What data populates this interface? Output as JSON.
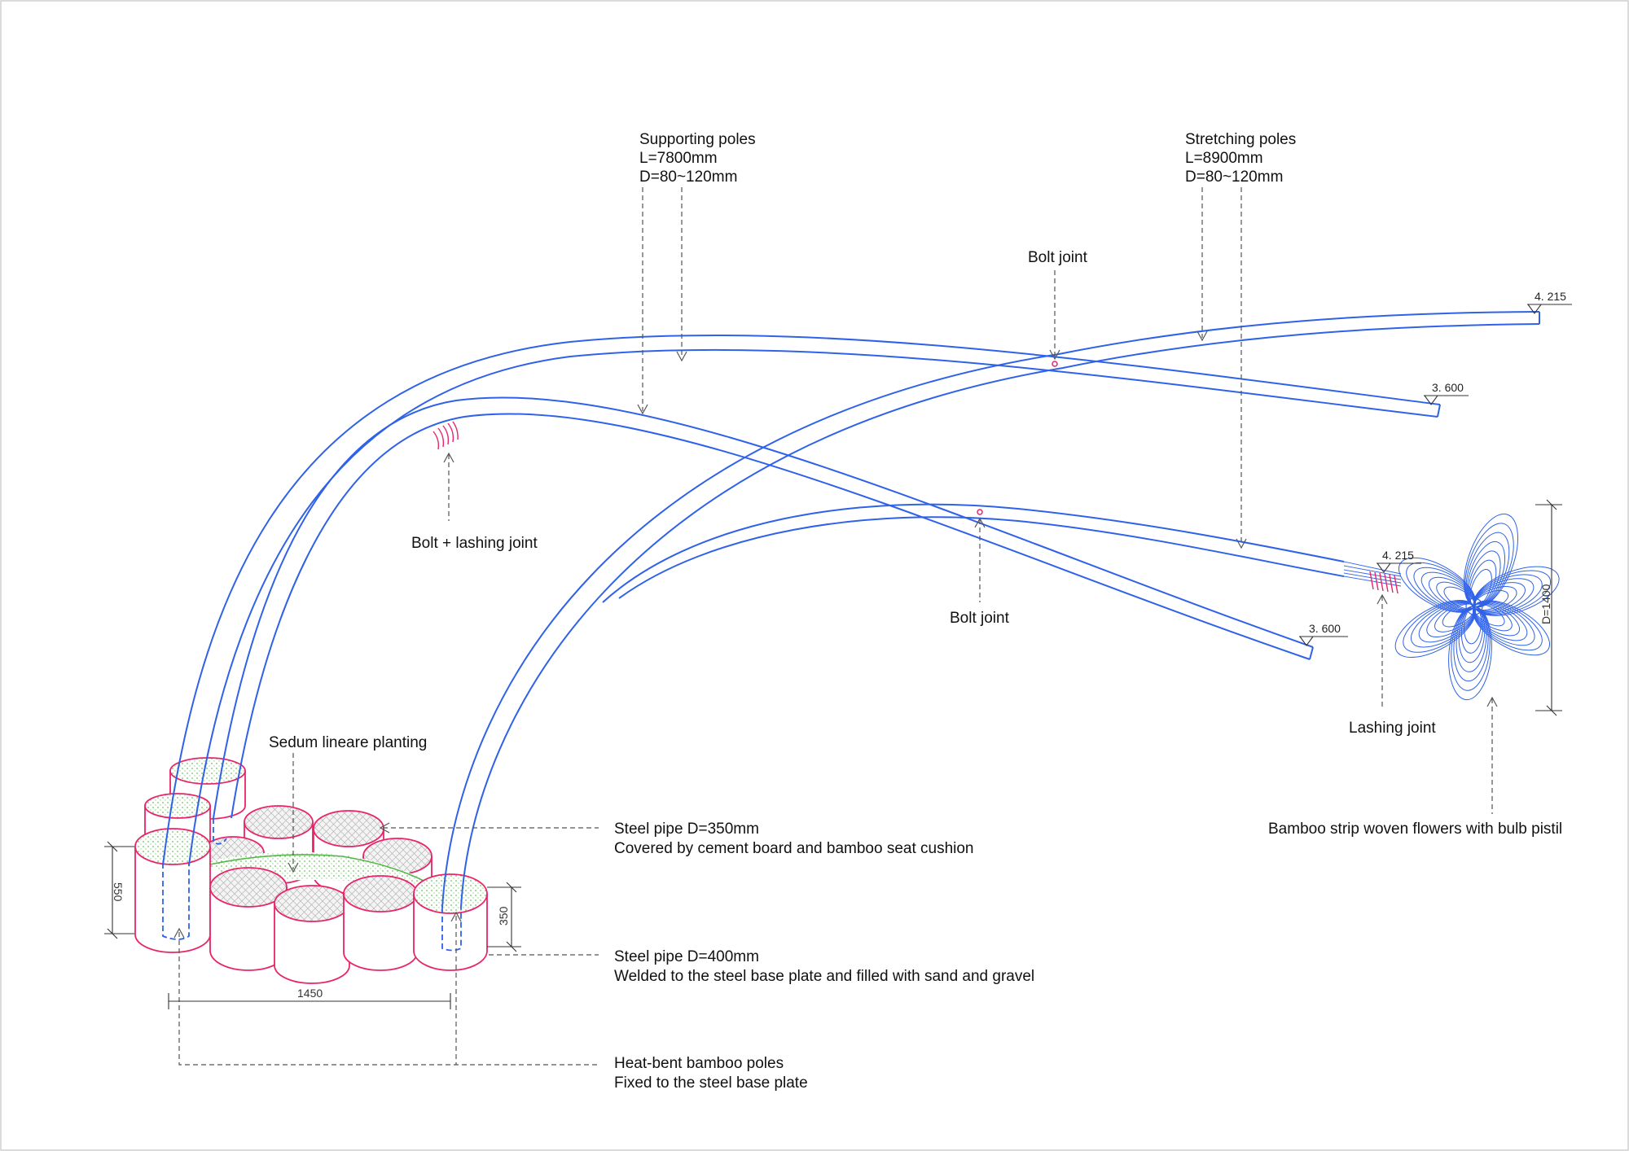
{
  "labels": {
    "supporting_poles": [
      "Supporting poles",
      "L=7800mm",
      "D=80~120mm"
    ],
    "stretching_poles": [
      "Stretching poles",
      "L=8900mm",
      "D=80~120mm"
    ],
    "bolt_joint_top": "Bolt joint",
    "bolt_lashing_joint": "Bolt + lashing joint",
    "bolt_joint_mid": "Bolt joint",
    "lashing_joint": "Lashing joint",
    "flowers": "Bamboo strip woven flowers with bulb pistil",
    "sedum": "Sedum lineare planting",
    "steel_pipe_350": [
      "Steel pipe D=350mm",
      "Covered by cement board and bamboo seat cushion"
    ],
    "steel_pipe_400": [
      "Steel pipe D=400mm",
      "Welded to the steel base plate and filled with sand and gravel"
    ],
    "heat_bent": [
      "Heat-bent bamboo poles",
      "Fixed to the steel base plate"
    ]
  },
  "elevations": {
    "e1": "4. 215",
    "e2": "3. 600",
    "e3": "4. 215",
    "e4": "3. 600"
  },
  "dimensions": {
    "flower_diameter": "D=1400",
    "base_height_550": "550",
    "base_height_350": "350",
    "base_width": "1450"
  },
  "colors": {
    "pole": "#2f62e8",
    "pipe": "#e8246a",
    "planting": "#57b54c",
    "joint": "#e8246a"
  }
}
